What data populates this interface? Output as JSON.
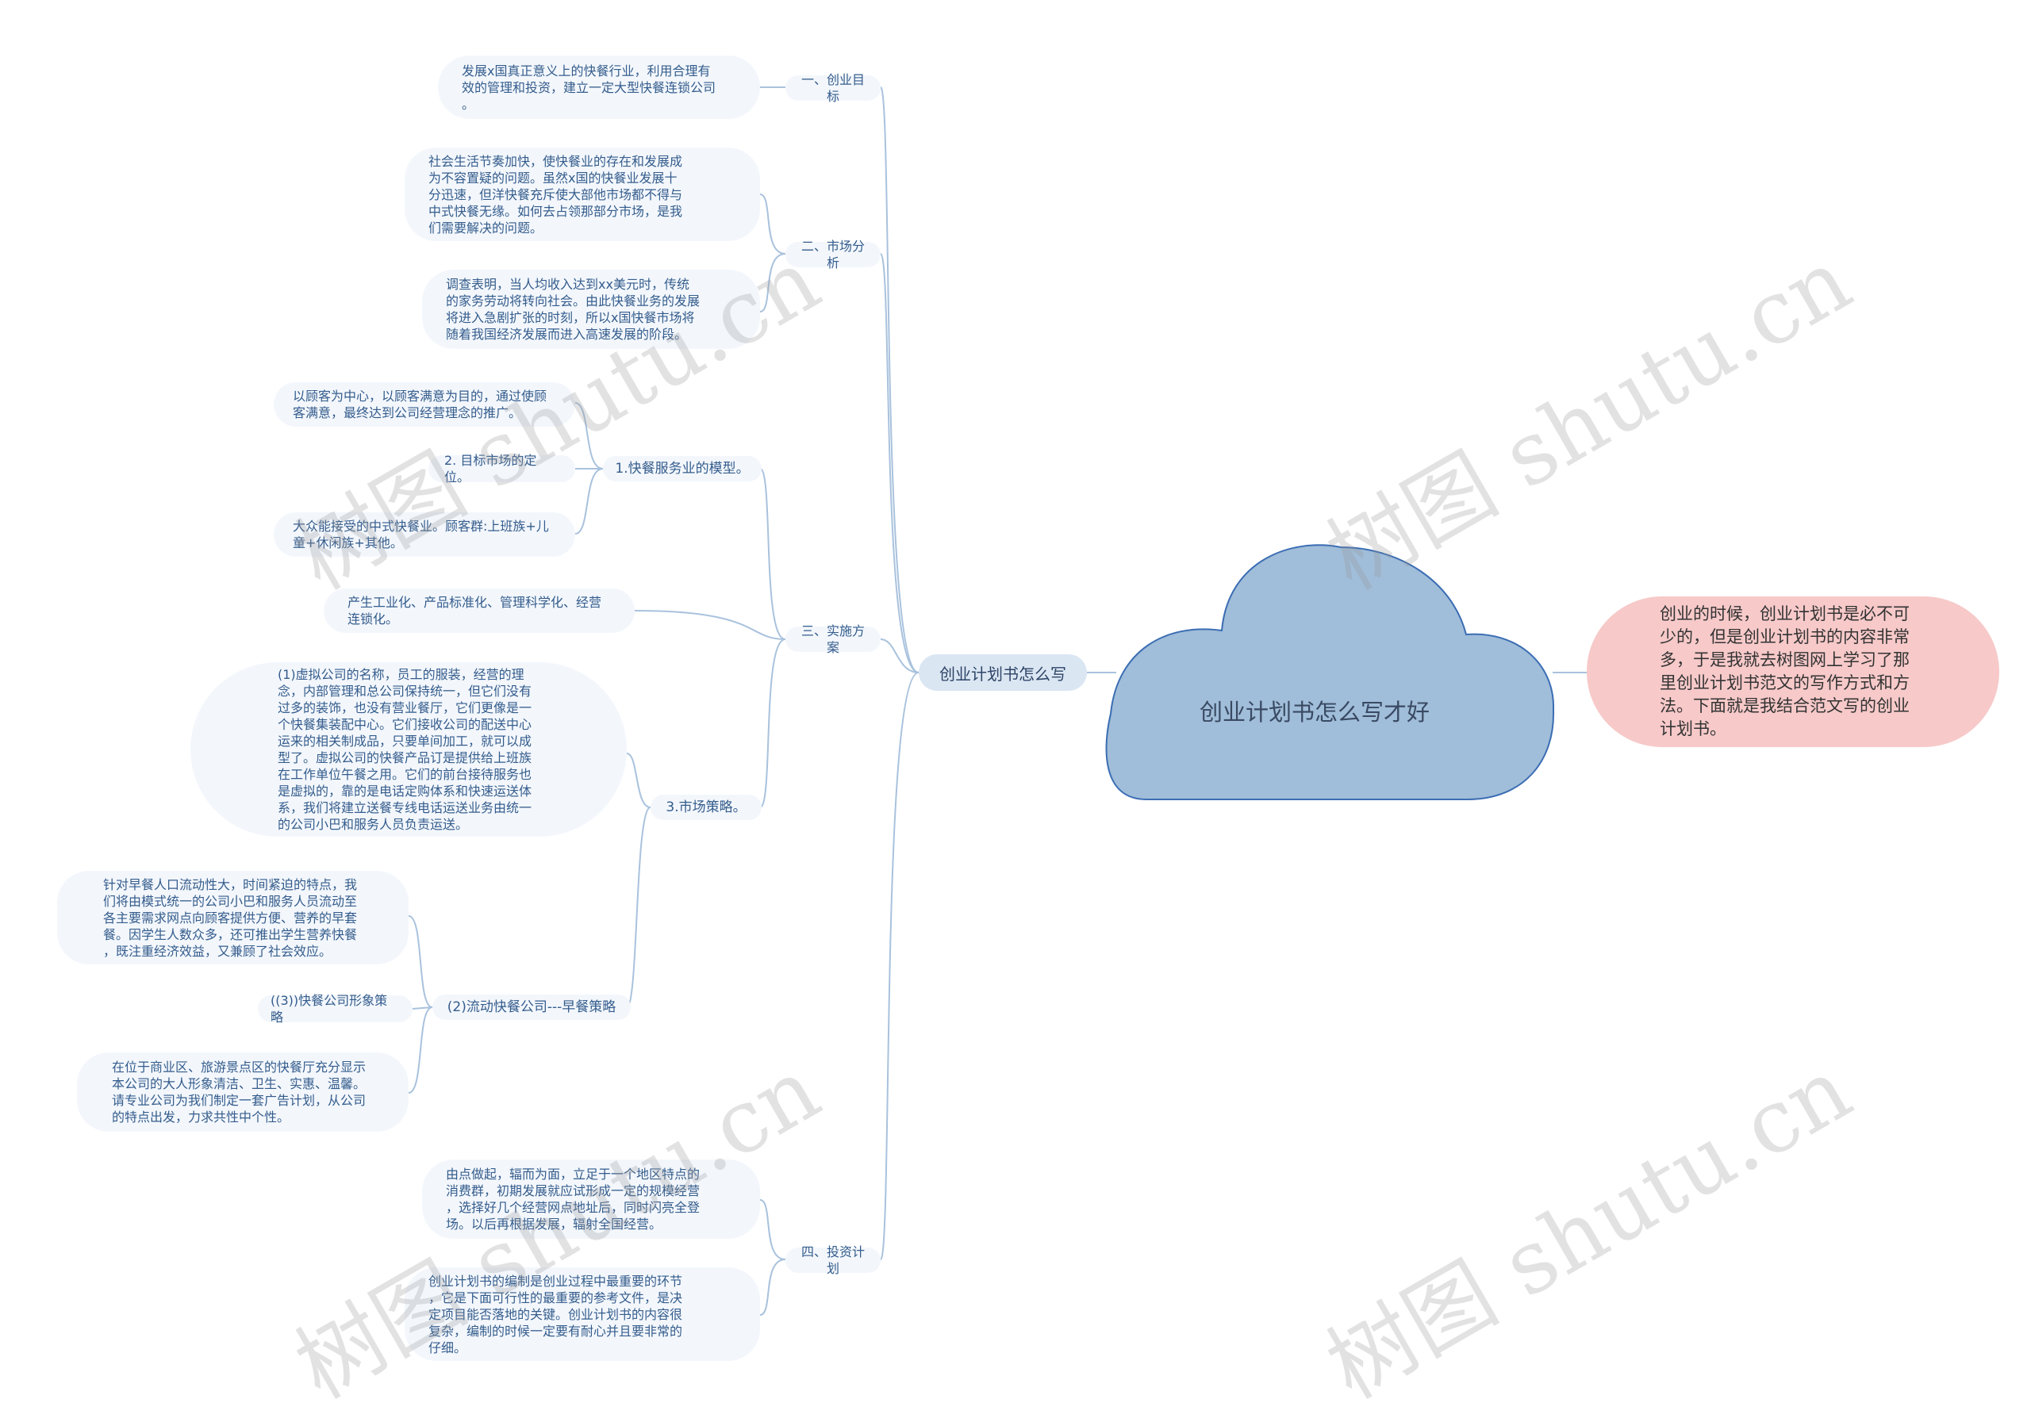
{
  "center": {
    "title": "创业计划书怎么写才好"
  },
  "root": {
    "label": "创业计划书怎么写"
  },
  "intro": {
    "text": "创业的时候，创业计划书是必不可\n少的，但是创业计划书的内容非常\n多，于是我就去树图网上学习了那\n里创业计划书范文的写作方式和方\n法。下面就是我结合范文写的创业\n计划书。"
  },
  "branches": {
    "b1": "一、创业目标",
    "b2": "二、市场分析",
    "b3": "三、实施方案",
    "b4": "四、投资计划"
  },
  "subs": {
    "s1": "1.快餐服务业的模型。",
    "s2": "3.市场策略。",
    "s3": "(2)流动快餐公司---早餐策略"
  },
  "leaves": {
    "goal": "发展x国真正意义上的快餐行业，利用合理有\n效的管理和投资，建立一定大型快餐连锁公司\n。",
    "market1": "社会生活节奏加快，使快餐业的存在和发展成\n为不容置疑的问题。虽然x国的快餐业发展十\n分迅速，但洋快餐充斥使大部他市场都不得与\n中式快餐无缘。如何去占领那部分市场，是我\n们需要解决的问题。",
    "market2": "调查表明，当人均收入达到xx美元时，传统\n的家务劳动将转向社会。由此快餐业务的发展\n将进入急剧扩张的时刻，所以x国快餐市场将\n随着我国经济发展而进入高速发展的阶段。",
    "model1": "以顾客为中心，以顾客满意为目的，通过使顾\n客满意，最终达到公司经营理念的推广。",
    "model2": "2. 目标市场的定位。",
    "model3": "大众能接受的中式快餐业。顾客群:上班族+儿\n童+休闲族+其他。",
    "impl1": "产生工业化、产品标准化、管理科学化、经营\n连锁化。",
    "strategy1": "(1)虚拟公司的名称，员工的服装，经营的理\n念，内部管理和总公司保持统一，但它们没有\n过多的装饰，也没有营业餐厅，它们更像是一\n个快餐集装配中心。它们接收公司的配送中心\n运来的相关制成品，只要单间加工，就可以成\n型了。虚拟公司的快餐产品订是提供给上班族\n在工作单位午餐之用。它们的前台接待服务也\n是虚拟的，靠的是电话定购体系和快速运送体\n系，我们将建立送餐专线电话运送业务由统一\n的公司小巴和服务人员负责运送。",
    "breakfast1": "针对早餐人口流动性大，时间紧迫的特点，我\n们将由模式统一的公司小巴和服务人员流动至\n各主要需求网点向顾客提供方便、营养的早套\n餐。因学生人数众多，还可推出学生营养快餐\n，既注重经济效益，又兼顾了社会效应。",
    "breakfast2": "((3))快餐公司形象策略",
    "breakfast3": "在位于商业区、旅游景点区的快餐厅充分显示\n本公司的大人形象清洁、卫生、实惠、温馨。\n请专业公司为我们制定一套广告计划，从公司\n的特点出发，力求共性中个性。",
    "invest1": "由点做起，辐而为面，立足于一个地区特点的\n消费群，初期发展就应试形成一定的规模经营\n，选择好几个经营网点地址后，同时闪亮全登\n场。以后再根据发展，辐射全国经营。",
    "invest2": "创业计划书的编制是创业过程中最重要的环节\n，它是下面可行性的最重要的参考文件，是决\n定项目能否落地的关键。创业计划书的内容很\n复杂，编制的时候一定要有耐心并且要非常的\n仔细。"
  },
  "watermark": "树图 shutu.cn",
  "colors": {
    "cloud_fill": "#a0bdd9",
    "cloud_stroke": "#3b6db3",
    "link": "#a9c2dd",
    "leaf_bg": "#f3f7fc",
    "intro_bg": "#f7c9c9"
  }
}
